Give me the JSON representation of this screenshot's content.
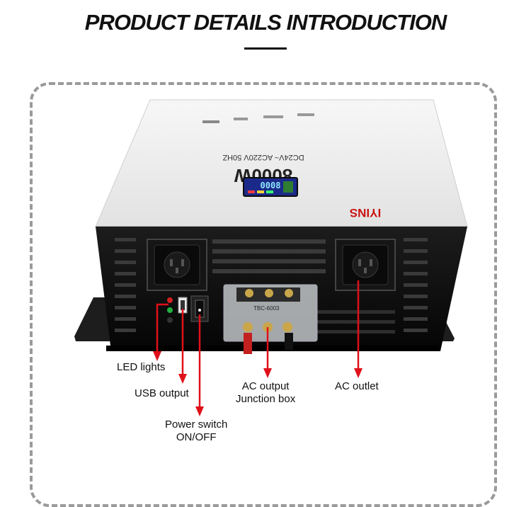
{
  "header": {
    "title": "PRODUCT DETAILS INTRODUCTION"
  },
  "product": {
    "brand": "IYINS",
    "power_rating": "8000W",
    "voltage": "DC24V~ AC220V 50HZ",
    "display_reading": "0008",
    "terminal_model": "TBC-6003"
  },
  "callouts": {
    "led_lights": "LED lights",
    "usb_output": "USB output",
    "power_switch_line1": "Power switch",
    "power_switch_line2": "ON/OFF",
    "ac_output_line1": "AC output",
    "ac_output_line2": "Junction box",
    "ac_outlet": "AC outlet"
  },
  "colors": {
    "arrow_red": "#e0101a",
    "body_white": "#f1f1f1",
    "panel_black": "#111111",
    "display_blue": "#1b2a8a"
  }
}
